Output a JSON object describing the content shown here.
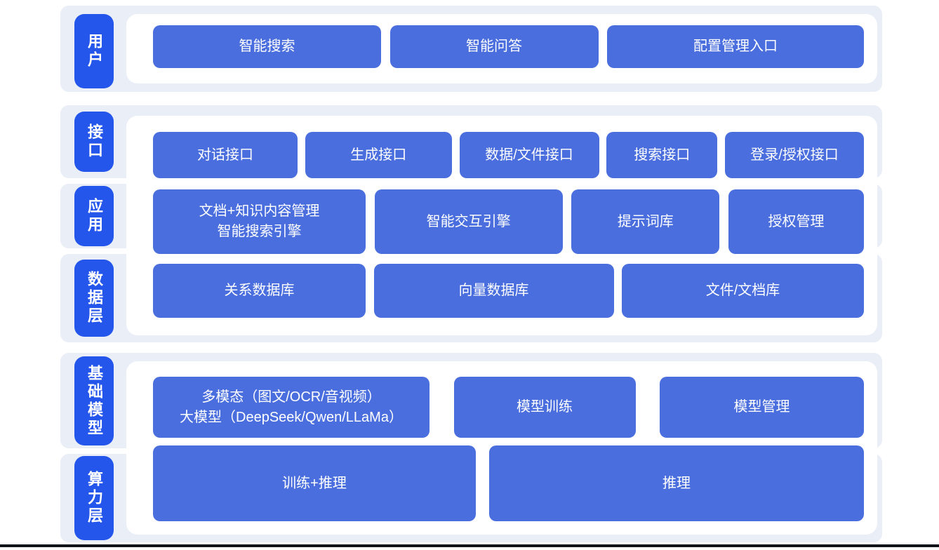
{
  "colors": {
    "page_bg": "#ffffff",
    "section_bg": "#e9eef7",
    "label_bg": "#2456ec",
    "button_bg": "#4a6edd",
    "text": "#ffffff",
    "bottom_bar": "#111419"
  },
  "groups": [
    {
      "labels": [
        "用户"
      ],
      "rows": [
        {
          "buttons": [
            "智能搜索",
            "智能问答",
            "配置管理入口"
          ]
        }
      ]
    },
    {
      "labels": [
        "接口",
        "应用",
        "数据层"
      ],
      "rows": [
        {
          "buttons": [
            "对话接口",
            "生成接口",
            "数据/文件接口",
            "搜索接口",
            "登录/授权接口"
          ]
        },
        {
          "buttons": [
            "文档+知识内容管理\n智能搜索引擎",
            "智能交互引擎",
            "提示词库",
            "授权管理"
          ]
        },
        {
          "buttons": [
            "关系数据库",
            "向量数据库",
            "文件/文档库"
          ]
        }
      ]
    },
    {
      "labels": [
        "基础模型",
        "算力层"
      ],
      "rows": [
        {
          "buttons": [
            "多模态（图文/OCR/音视频）\n大模型（DeepSeek/Qwen/LLaMa）",
            "模型训练",
            "模型管理"
          ]
        },
        {
          "buttons": [
            "训练+推理",
            "推理"
          ]
        }
      ]
    }
  ]
}
